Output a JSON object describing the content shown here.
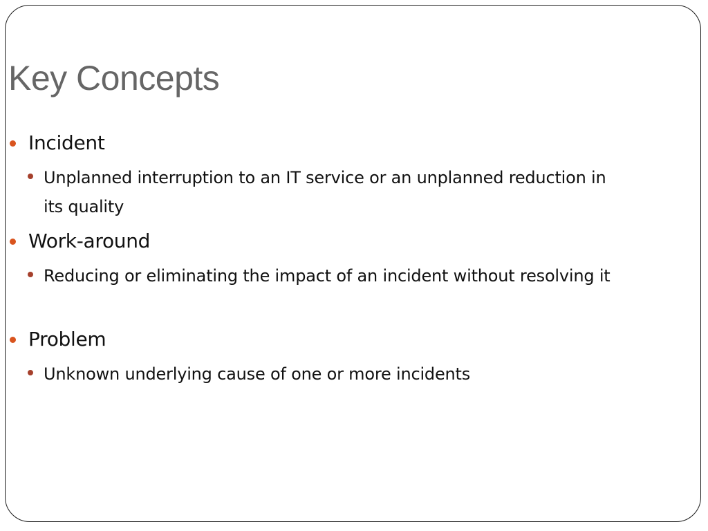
{
  "slide": {
    "title": "Key Concepts",
    "items": [
      {
        "term": "Incident",
        "definition": "Unplanned interruption to an IT service or an unplanned reduction in its quality"
      },
      {
        "term": "Work-around",
        "definition": "Reducing or eliminating the impact of an incident without resolving it"
      },
      {
        "term": "Problem",
        "definition": "Unknown underlying cause of one or more incidents"
      }
    ]
  },
  "colors": {
    "title": "#666666",
    "bullet_level1": "#d9541e",
    "bullet_level2": "#a5402c",
    "text": "#111111",
    "border": "#1a1a1a"
  }
}
